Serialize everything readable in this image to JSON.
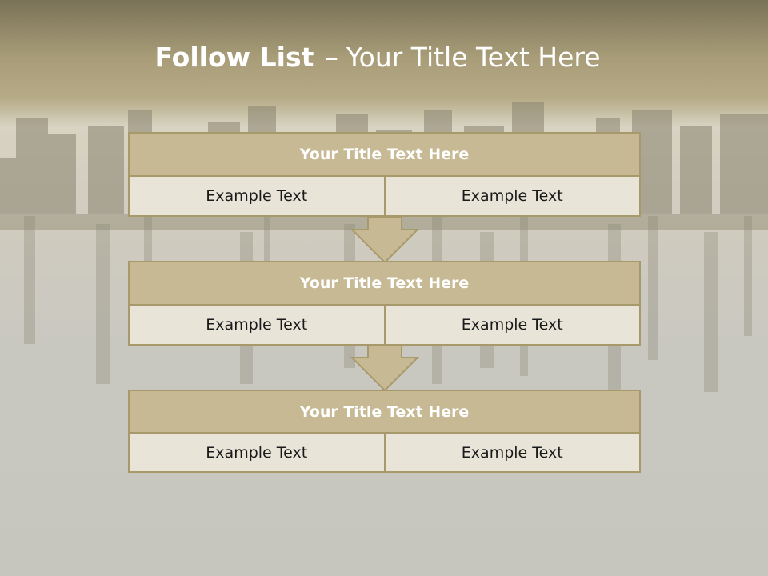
{
  "slide": {
    "title_bold": "Follow List",
    "title_dash": "–",
    "title_rest": "Your Title Text Here",
    "accent_color": "#c6b994",
    "border_color": "#a8996a",
    "cell_color": "#e8e4d8"
  },
  "blocks": [
    {
      "title": "Your Title Text Here",
      "left": "Example Text",
      "right": "Example Text"
    },
    {
      "title": "Your Title Text Here",
      "left": "Example Text",
      "right": "Example Text"
    },
    {
      "title": "Your Title Text Here",
      "left": "Example Text",
      "right": "Example Text"
    }
  ],
  "arrows": [
    "down-arrow",
    "down-arrow"
  ]
}
